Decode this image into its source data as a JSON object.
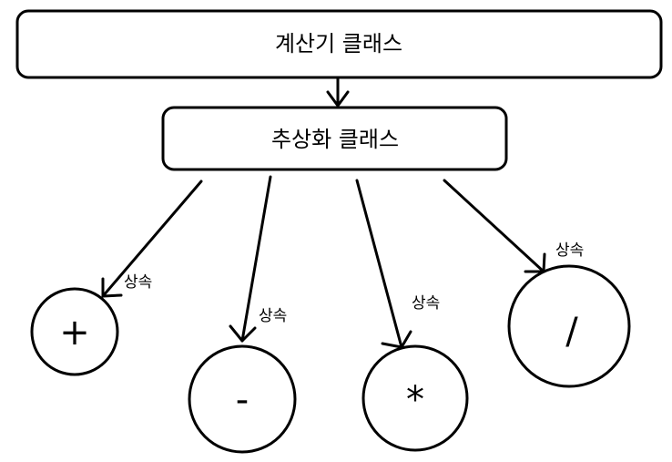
{
  "top_box": {
    "label": "계산기 클래스"
  },
  "abstract_box": {
    "label": "추상화 클래스"
  },
  "operators": [
    {
      "symbol": "+",
      "edge_label": "상속"
    },
    {
      "symbol": "-",
      "edge_label": "상속"
    },
    {
      "symbol": "*",
      "edge_label": "상속"
    },
    {
      "symbol": "/",
      "edge_label": "상속"
    }
  ]
}
